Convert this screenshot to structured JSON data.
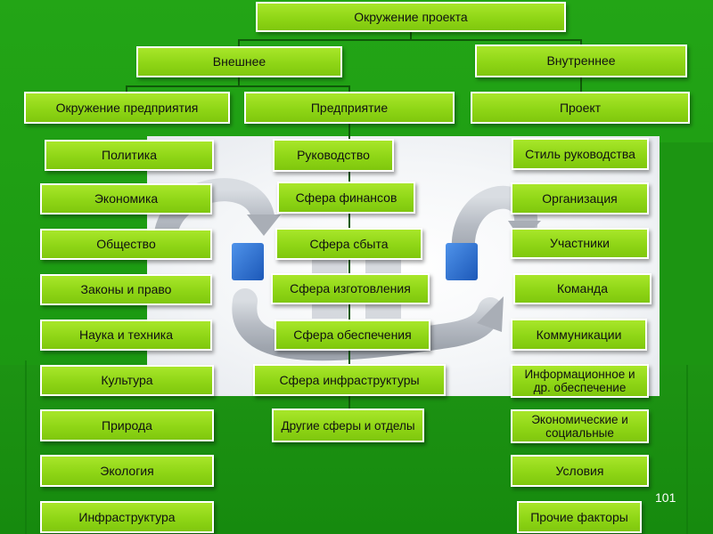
{
  "root": {
    "label": "Окружение проекта"
  },
  "external": {
    "label": "Внешнее",
    "enterprise_env": {
      "label": "Окружение предприятия",
      "items": [
        "Политика",
        "Экономика",
        "Общество",
        "Законы и право",
        "Наука и техника",
        "Культура",
        "Природа",
        "Экология",
        "Инфраструктура"
      ]
    },
    "enterprise": {
      "label": "Предприятие",
      "items": [
        "Руководство",
        "Сфера финансов",
        "Сфера сбыта",
        "Сфера изготовления",
        "Сфера обеспечения",
        "Сфера инфраструктуры",
        "Другие сферы и отделы"
      ]
    }
  },
  "internal": {
    "label": "Внутреннее",
    "project": {
      "label": "Проект",
      "items": [
        "Стиль руководства",
        "Организация",
        "Участники",
        "Команда",
        "Коммуникации",
        "Информационное и др. обеспечение",
        "Экономические и социальные",
        "Условия",
        "Прочие факторы"
      ]
    }
  },
  "page_number": "101",
  "colors": {
    "background": "#1f9e14",
    "box_fill": "#8fd616",
    "box_border": "#ffffff",
    "connector": "#0f5a08",
    "photo_blue": "#2a6fd0",
    "photo_gray": "#bfc4cb"
  },
  "icons": [
    "process-cycle-illustration"
  ]
}
